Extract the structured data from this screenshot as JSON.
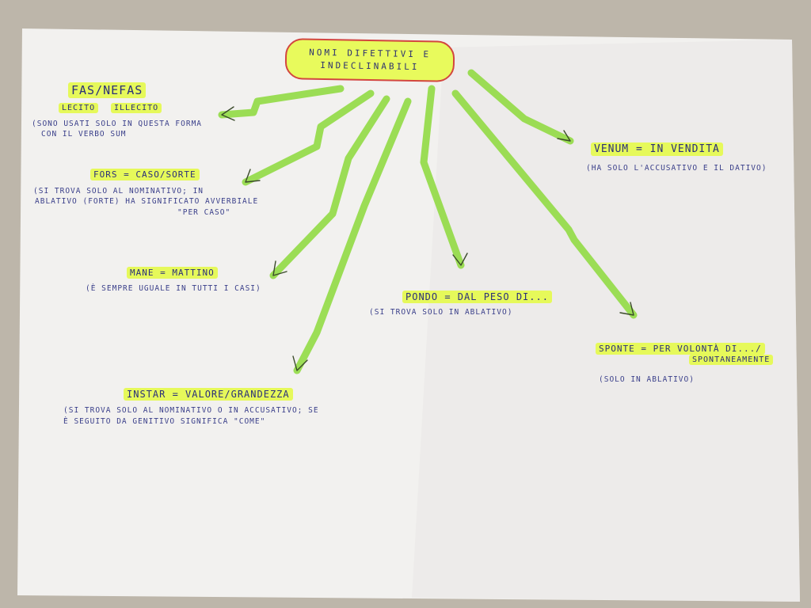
{
  "title": {
    "line1": "NOMI DIFETTIVI E",
    "line2": "INDECLINABILI"
  },
  "fas": {
    "term": "FAS/NEFAS",
    "lecito": "LECITO",
    "illecito": "ILLECITO",
    "note1": "(SONO USATI SOLO IN QUESTA FORMA",
    "note2": "CON IL VERBO SUM"
  },
  "fors": {
    "term": "FORS = CASO/SORTE",
    "note1": "(SI TROVA SOLO AL NOMINATIVO; IN",
    "note2": "ABLATIVO (FORTE) HA SIGNIFICATO AVVERBIALE",
    "note3": "\"PER CASO\""
  },
  "mane": {
    "term": "MANE = MATTINO",
    "note": "(È SEMPRE UGUALE IN TUTTI I CASI)"
  },
  "instar": {
    "term": "INSTAR = VALORE/GRANDEZZA",
    "note1": "(SI TROVA SOLO AL NOMINATIVO O IN ACCUSATIVO; SE",
    "note2": "È SEGUITO DA GENITIVO SIGNIFICA \"COME\""
  },
  "pondo": {
    "term": "PONDO = DAL PESO DI...",
    "note": "(SI TROVA SOLO IN ABLATIVO)"
  },
  "venum": {
    "term": "VENUM = IN VENDITA",
    "note": "(HA SOLO L'ACCUSATIVO E IL DATIVO)"
  },
  "sponte": {
    "term": "SPONTE = PER VOLONTÀ DI.../",
    "term2": "SPONTANEAMENTE",
    "note": "(SOLO IN ABLATIVO)"
  },
  "colors": {
    "paper": "#f3f2f0",
    "highlighter": "#e6f95a",
    "arrow_green": "#8fd84a",
    "ink_blue": "#2b2f7a",
    "frame_red": "#d3463f"
  }
}
